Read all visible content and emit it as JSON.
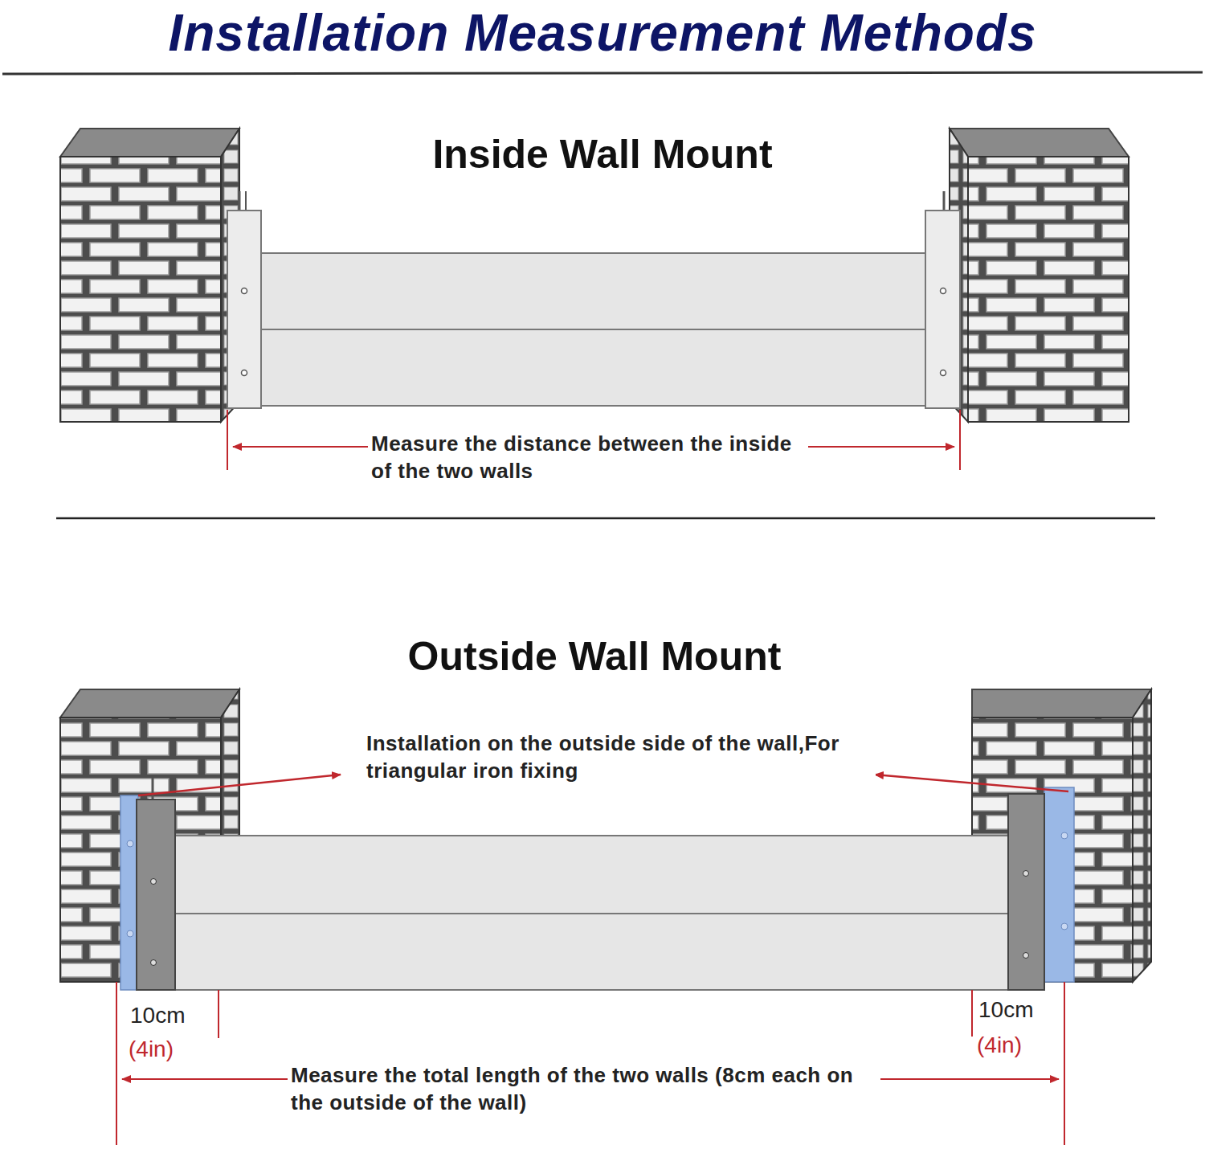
{
  "diagram": {
    "title": "Installation Measurement Methods",
    "labels": [
      "Inside Wall Mount",
      "Measure the distance between the inside of the two walls",
      "Outside Wall Mount",
      "Installation on the outside side of the wall,For triangular iron fixing",
      "10cm",
      "(4in)",
      "10cm",
      "(4in)",
      "Measure the total length of the two walls (8cm each on the outside of the wall)"
    ]
  }
}
